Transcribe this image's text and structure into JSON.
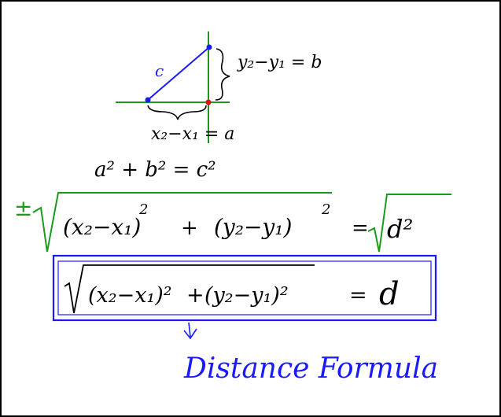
{
  "colors": {
    "ink": "#000000",
    "blue": "#1a1aff",
    "green": "#1a9a1a",
    "red": "#e01010"
  },
  "labels": {
    "hypotenuse": "c",
    "vertical_expr": "y₂−y₁ = b",
    "horizontal_expr": "x₂−x₁ = a"
  },
  "equations": {
    "pythagorean": "a² + b² = c²",
    "plus_minus": "±",
    "sqrt_inner_x": "(x₂−x₁)",
    "sqrt_inner_plus": "+",
    "sqrt_inner_y": "(y₂−y₁)",
    "sqrt_inner_y_exp": "2",
    "sqrt_inner_x_exp": "2",
    "equals_sqrt": "=",
    "sqrt_d2": "d²",
    "boxed_x": "(x₂−x₁)²",
    "boxed_plus": "+",
    "boxed_y": "(y₂−y₁)²",
    "boxed_equals": "=",
    "boxed_d": "d"
  },
  "caption": "Distance Formula"
}
